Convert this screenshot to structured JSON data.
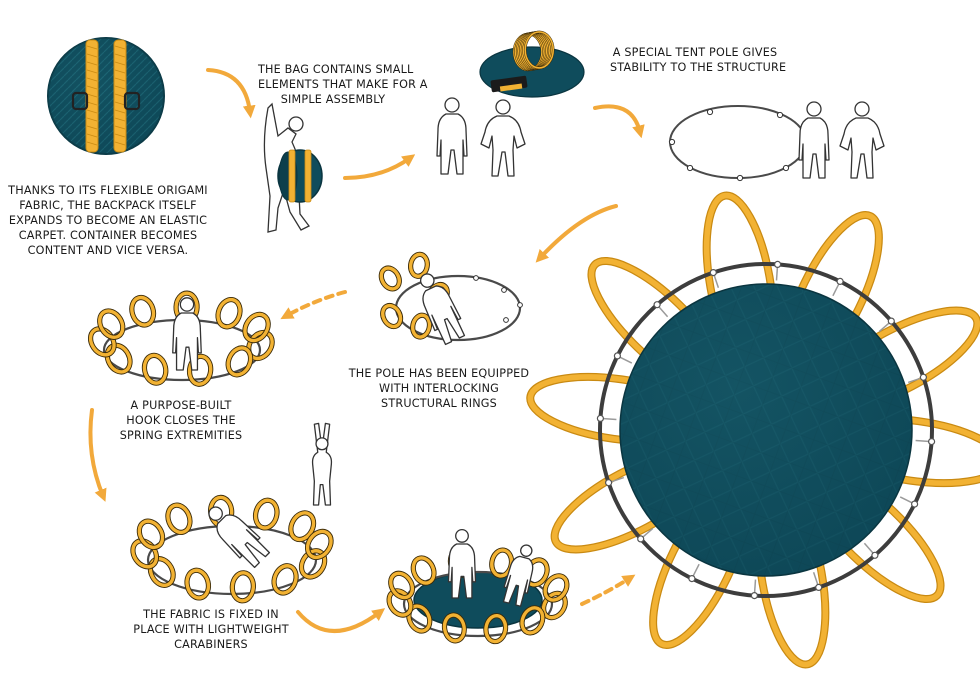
{
  "steps": [
    {
      "id": "backpack",
      "lines": [
        "THANKS TO ITS FLEXIBLE ORIGAMI",
        "FABRIC, THE BACKPACK ITSELF",
        "EXPANDS TO BECOME AN ELASTIC",
        "CARPET.  CONTAINER BECOMES",
        "CONTENT AND VICE VERSA."
      ]
    },
    {
      "id": "bag",
      "lines": [
        "THE BAG CONTAINS SMALL",
        "ELEMENTS THAT MAKE FOR A",
        "SIMPLE ASSEMBLY"
      ]
    },
    {
      "id": "tent-pole",
      "lines": [
        "A SPECIAL TENT POLE GIVES",
        "STABILITY TO THE STRUCTURE"
      ]
    },
    {
      "id": "rings",
      "lines": [
        "THE POLE HAS BEEN EQUIPPED",
        "WITH INTERLOCKING",
        "STRUCTURAL RINGS"
      ]
    },
    {
      "id": "hook",
      "lines": [
        "A PURPOSE-BUILT",
        "HOOK CLOSES THE",
        "SPRING EXTREMITIES"
      ]
    },
    {
      "id": "fabric",
      "lines": [
        "THE FABRIC IS FIXED IN",
        "PLACE WITH LIGHTWEIGHT",
        "CARABINERS"
      ]
    }
  ],
  "colors": {
    "teal": "#0f4c5c",
    "teal_light": "#1c6270",
    "yellow": "#f2b233",
    "yellow_dark": "#c98a12",
    "arrow": "#f2a93b",
    "ring_gray": "#4a4a4a",
    "ink": "#1a1a1a"
  },
  "icons": [
    "curved-arrow-icon",
    "dashed-arrow-icon",
    "human-figure-icon",
    "spring-coil-icon",
    "tent-pole-ring-icon"
  ]
}
